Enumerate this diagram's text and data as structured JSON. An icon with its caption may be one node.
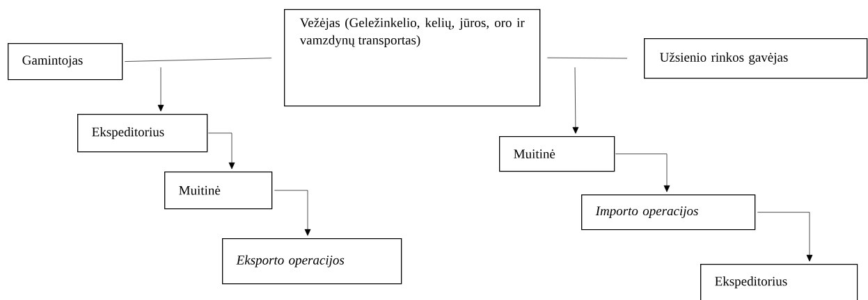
{
  "diagram": {
    "nodes": [
      {
        "text": [
          "Gamintojas"
        ]
      },
      {
        "text": [
          "Vežėjas (Geležinkelio, kelių, jūros, oro ir vamzdynų transportas)"
        ]
      },
      {
        "text": [
          "Užsienio rinkos gavėjas"
        ]
      },
      {
        "text": [
          "Ekspeditorius"
        ]
      },
      {
        "text": [
          "Muitinė"
        ]
      },
      {
        "text": [
          "Eksporto operacijos"
        ]
      },
      {
        "text": [
          "Muitinė"
        ]
      },
      {
        "text": [
          "Importo operacijos"
        ]
      },
      {
        "text": [
          "Ekspeditorius"
        ]
      }
    ],
    "edges": [
      {
        "from": 0,
        "to": 1,
        "arrow": "none"
      },
      {
        "from": 1,
        "to": 2,
        "arrow": "none"
      },
      {
        "from": null,
        "to": 3,
        "arrow": "to"
      },
      {
        "from": 3,
        "to": 4,
        "arrow": "to"
      },
      {
        "from": 4,
        "to": 5,
        "arrow": "to"
      },
      {
        "from": null,
        "to": 6,
        "arrow": "to"
      },
      {
        "from": 6,
        "to": 7,
        "arrow": "to"
      },
      {
        "from": 7,
        "to": 8,
        "arrow": "to"
      }
    ]
  }
}
